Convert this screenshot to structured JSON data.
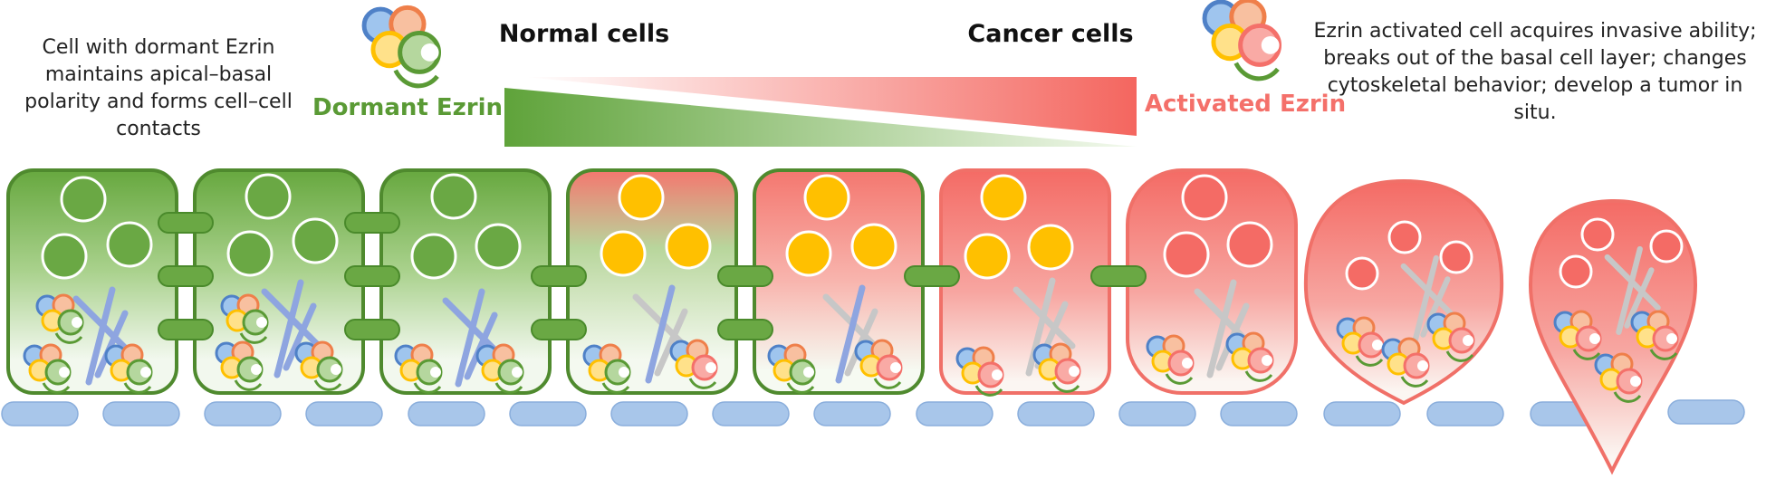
{
  "labels": {
    "left_description": "Cell with dormant Ezrin maintains apical–basal polarity and forms cell–cell contacts",
    "right_description": "Ezrin activated cell acquires invasive ability; breaks out of the basal cell layer; changes cytoskeletal behavior; develop a tumor in situ.",
    "normal_cells": "Normal cells",
    "cancer_cells": "Cancer cells",
    "dormant_ezrin": "Dormant Ezrin",
    "activated_ezrin": "Activated Ezrin"
  },
  "colors": {
    "green": "#5a9a35",
    "green_light": "#a5cf86",
    "red": "#f4706a",
    "red_dark": "#e85f5a",
    "yellow": "#ffc000",
    "blue_fiber": "#8ea5e0",
    "grey_fiber": "#c7c7c7",
    "basement": "#a8c6ea"
  }
}
